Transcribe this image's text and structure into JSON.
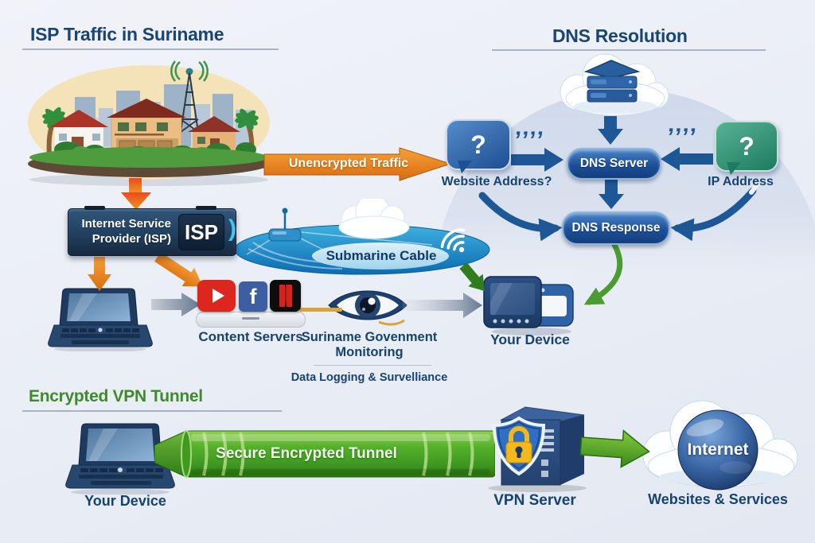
{
  "titles": {
    "isp": "ISP Traffic in Suriname",
    "dns": "DNS Resolution",
    "vpn": "Encrypted VPN Tunnel"
  },
  "isp_flow": {
    "unencrypted": "Unencrypted Traffic",
    "isp_line1": "Internet Service",
    "isp_line2": "Provider (ISP)",
    "isp_badge": "ISP",
    "isp_paren": ")",
    "submarine": "Submarine Cable",
    "content_servers": "Content Servers",
    "facebook_glyph": "f",
    "monitoring_l1": "Suriname Govenment",
    "monitoring_l2": "Monitoring",
    "logging": "Data Logging & Survelliance",
    "device": "Your Device"
  },
  "dns_flow": {
    "q_left": "’’’’",
    "q_right": "’’’’",
    "bubble_q": "?",
    "website": "Website Address?",
    "server": "DNS Server",
    "ip": "IP Address",
    "response": "DNS Response"
  },
  "vpn_flow": {
    "device": "Your Device",
    "tunnel": "Secure Encrypted Tunnel",
    "server": "VPN Server",
    "internet": "Internet",
    "websites": "Websites & Services"
  },
  "colors": {
    "navy_text": "#17436f",
    "title_navy": "#1a4572",
    "title_green": "#3f8a2b",
    "accent_orange": "#e8821c",
    "accent_red": "#e84b1e",
    "pill_blue": "#1c4f97",
    "bubble_blue": "#1d4f93",
    "bubble_green": "#1e7a60",
    "cable_blue": "#0c6cb0",
    "tunnel_green": "#3d9620",
    "arrow_navy": "#1d5796",
    "gold_line": "#d9a43c"
  }
}
